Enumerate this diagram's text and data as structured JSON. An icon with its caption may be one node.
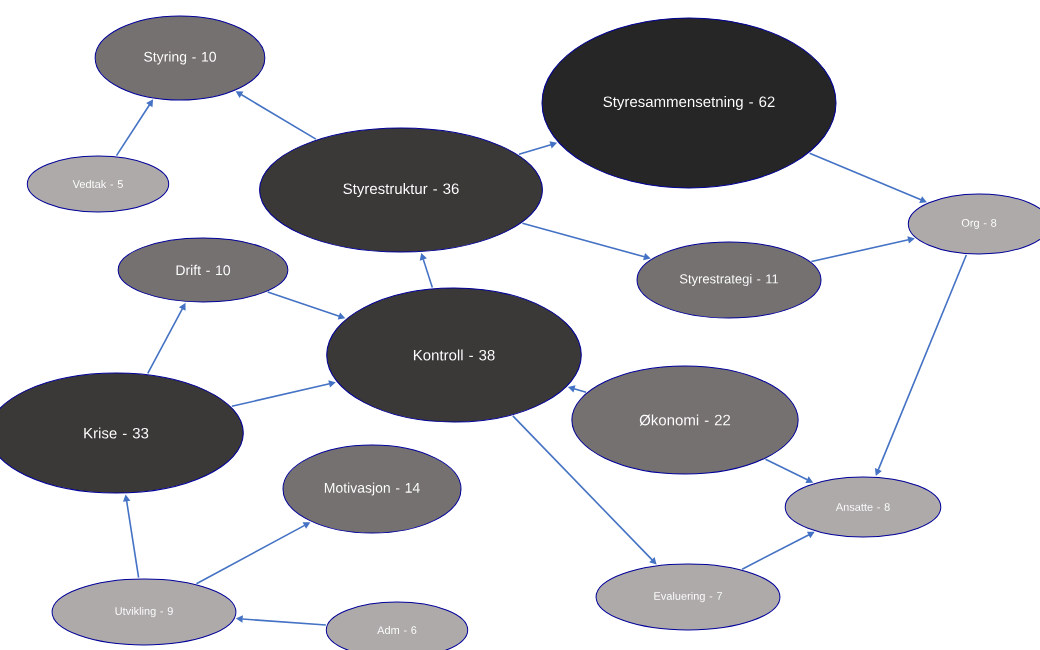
{
  "diagram": {
    "nodes": [
      {
        "text": [
          "Styring - 10"
        ]
      },
      {
        "text": [
          "Vedtak - 5"
        ]
      },
      {
        "text": [
          "Styrestruktur - 36"
        ]
      },
      {
        "text": [
          "Styresammensetning - 62"
        ]
      },
      {
        "text": [
          "Drift - 10"
        ]
      },
      {
        "text": [
          "Styrestrategi - 11"
        ]
      },
      {
        "text": [
          "Org - 8"
        ]
      },
      {
        "text": [
          "Kontroll - 38"
        ]
      },
      {
        "text": [
          "Krise - 33"
        ]
      },
      {
        "text": [
          "Økonomi - 22"
        ]
      },
      {
        "text": [
          "Motivasjon - 14"
        ]
      },
      {
        "text": [
          "Ansatte - 8"
        ]
      },
      {
        "text": [
          "Evaluering - 7"
        ]
      },
      {
        "text": [
          "Utvikling - 9"
        ]
      },
      {
        "text": [
          "Adm - 6"
        ]
      }
    ],
    "edges": [
      {
        "from": 1,
        "to": 0,
        "arrow": "to"
      },
      {
        "from": 2,
        "to": 0,
        "arrow": "to"
      },
      {
        "from": 2,
        "to": 3,
        "arrow": "to"
      },
      {
        "from": 2,
        "to": 5,
        "arrow": "to"
      },
      {
        "from": 3,
        "to": 6,
        "arrow": "to"
      },
      {
        "from": 5,
        "to": 6,
        "arrow": "to"
      },
      {
        "from": 4,
        "to": 7,
        "arrow": "to"
      },
      {
        "from": 7,
        "to": 2,
        "arrow": "to"
      },
      {
        "from": 8,
        "to": 4,
        "arrow": "to"
      },
      {
        "from": 8,
        "to": 7,
        "arrow": "to"
      },
      {
        "from": 9,
        "to": 7,
        "arrow": "to"
      },
      {
        "from": 9,
        "to": 11,
        "arrow": "to"
      },
      {
        "from": 6,
        "to": 11,
        "arrow": "to"
      },
      {
        "from": 7,
        "to": 12,
        "arrow": "to"
      },
      {
        "from": 12,
        "to": 11,
        "arrow": "to"
      },
      {
        "from": 13,
        "to": 8,
        "arrow": "to"
      },
      {
        "from": 13,
        "to": 10,
        "arrow": "to"
      },
      {
        "from": 14,
        "to": 13,
        "arrow": "to"
      }
    ]
  }
}
